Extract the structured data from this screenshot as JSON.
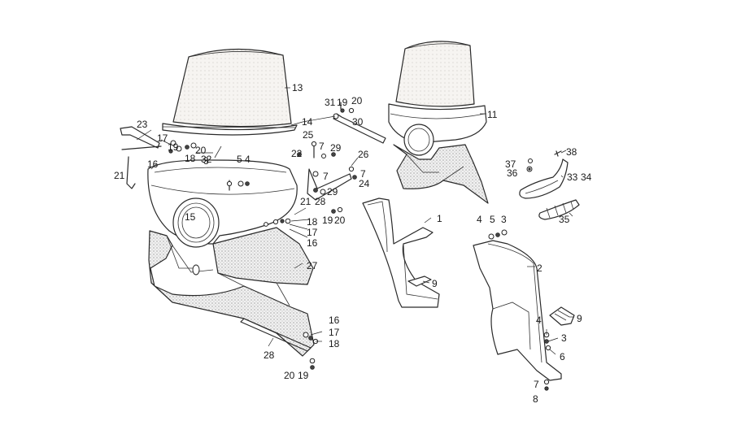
{
  "diagram": {
    "callouts": [
      {
        "id": "c13a",
        "text": "13"
      },
      {
        "id": "c31",
        "text": "31"
      },
      {
        "id": "c19a",
        "text": "19"
      },
      {
        "id": "c20a",
        "text": "20"
      },
      {
        "id": "c11",
        "text": "11"
      },
      {
        "id": "c23",
        "text": "23"
      },
      {
        "id": "c17a",
        "text": "17"
      },
      {
        "id": "c14",
        "text": "14"
      },
      {
        "id": "c30",
        "text": "30"
      },
      {
        "id": "c19b",
        "text": "19"
      },
      {
        "id": "c20b",
        "text": "20"
      },
      {
        "id": "c25",
        "text": "25"
      },
      {
        "id": "c18a",
        "text": "18"
      },
      {
        "id": "c32",
        "text": "32"
      },
      {
        "id": "c16a",
        "text": "16"
      },
      {
        "id": "c22",
        "text": "22"
      },
      {
        "id": "c7a",
        "text": "7"
      },
      {
        "id": "c29a",
        "text": "29"
      },
      {
        "id": "c26",
        "text": "26"
      },
      {
        "id": "c3a",
        "text": "3"
      },
      {
        "id": "c5a",
        "text": "5"
      },
      {
        "id": "c4a",
        "text": "4"
      },
      {
        "id": "c21a",
        "text": "21"
      },
      {
        "id": "c7b",
        "text": "7"
      },
      {
        "id": "c7c",
        "text": "7"
      },
      {
        "id": "c24",
        "text": "24"
      },
      {
        "id": "c29b",
        "text": "29"
      },
      {
        "id": "c21b",
        "text": "21"
      },
      {
        "id": "c28a",
        "text": "28"
      },
      {
        "id": "c37",
        "text": "37"
      },
      {
        "id": "c38",
        "text": "38"
      },
      {
        "id": "c36",
        "text": "36"
      },
      {
        "id": "c33",
        "text": "33"
      },
      {
        "id": "c34",
        "text": "34"
      },
      {
        "id": "c15",
        "text": "15"
      },
      {
        "id": "c18b",
        "text": "18"
      },
      {
        "id": "c19c",
        "text": "19"
      },
      {
        "id": "c20c",
        "text": "20"
      },
      {
        "id": "c1",
        "text": "1"
      },
      {
        "id": "c4b",
        "text": "4"
      },
      {
        "id": "c5b",
        "text": "5"
      },
      {
        "id": "c3b",
        "text": "3"
      },
      {
        "id": "c35",
        "text": "35"
      },
      {
        "id": "c17b",
        "text": "17"
      },
      {
        "id": "c16b",
        "text": "16"
      },
      {
        "id": "c27",
        "text": "27"
      },
      {
        "id": "c2",
        "text": "2"
      },
      {
        "id": "c9a",
        "text": "9"
      },
      {
        "id": "c9b",
        "text": "9"
      },
      {
        "id": "c16c",
        "text": "16"
      },
      {
        "id": "c4c",
        "text": "4"
      },
      {
        "id": "c17c",
        "text": "17"
      },
      {
        "id": "c18c",
        "text": "18"
      },
      {
        "id": "c3c",
        "text": "3"
      },
      {
        "id": "c28b",
        "text": "28"
      },
      {
        "id": "c6",
        "text": "6"
      },
      {
        "id": "c20d",
        "text": "20"
      },
      {
        "id": "c19d",
        "text": "19"
      },
      {
        "id": "c7d",
        "text": "7"
      },
      {
        "id": "c8",
        "text": "8"
      }
    ]
  }
}
